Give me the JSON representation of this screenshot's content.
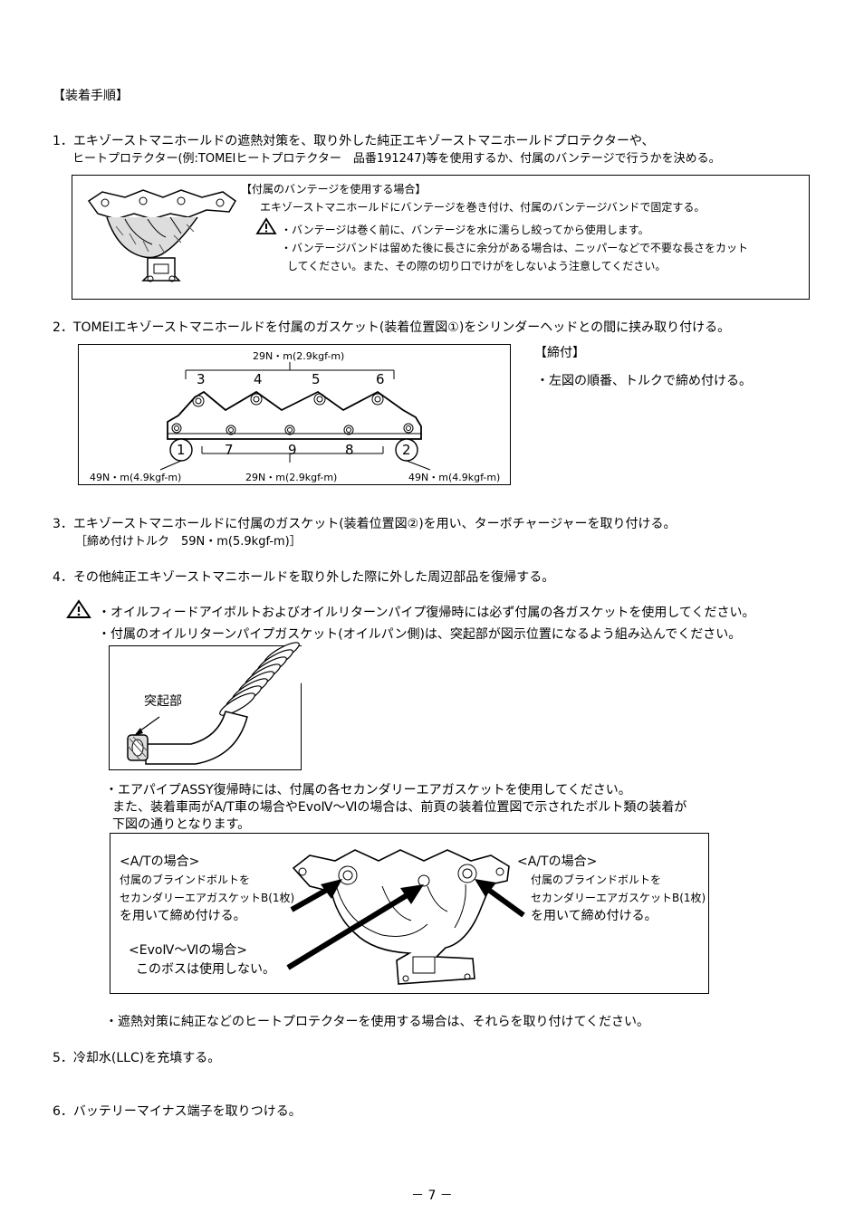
{
  "header": {
    "title": "【装着手順】"
  },
  "step1": {
    "line1": "1．エキゾーストマニホールドの遮熱対策を、取り外した純正エキゾーストマニホールドプロテクターや、",
    "line2": "ヒートプロテクター(例:TOMEIヒートプロテクター　品番191247)等を使用するか、付属のバンテージで行うかを決める。",
    "box": {
      "heading": "【付属のバンテージを使用する場合】",
      "text1": "エキゾーストマニホールドにバンテージを巻き付け、付属のバンテージバンドで固定する。",
      "warn1": "・バンテージは巻く前に、バンテージを水に濡らし絞ってから使用します。",
      "warn2": "・バンテージバンドは留めた後に長さに余分がある場合は、ニッパーなどで不要な長さをカット",
      "warn3": "してください。また、その際の切り口でけがをしないよう注意してください。"
    }
  },
  "step2": {
    "line": "2．TOMEIエキゾーストマニホールドを付属のガスケット(装着位置図①)をシリンダーヘッドとの間に挟み取り付ける。",
    "diagram": {
      "torque_top": "29N・m(2.9kgf-m)",
      "top_numbers": [
        "3",
        "4",
        "5",
        "6"
      ],
      "bottom_numbers": [
        "1",
        "7",
        "9",
        "8",
        "2"
      ],
      "torque_left": "49N・m(4.9kgf-m)",
      "torque_mid": "29N・m(2.9kgf-m)",
      "torque_right": "49N・m(4.9kgf-m)"
    },
    "side_heading": "【締付】",
    "side_text": "・左図の順番、トルクで締め付ける。"
  },
  "step3": {
    "line1": "3．エキゾーストマニホールドに付属のガスケット(装着位置図②)を用い、ターボチャージャーを取り付ける。",
    "line2": "［締め付けトルク　59N・m(5.9kgf-m)］"
  },
  "step4": {
    "line": "4．その他純正エキゾーストマニホールドを取り外した際に外した周辺部品を復帰する。",
    "warn1": "・オイルフィードアイボルトおよびオイルリターンパイプ復帰時には必ず付属の各ガスケットを使用してください。",
    "warn2": "・付属のオイルリターンパイプガスケット(オイルパン側)は、突起部が図示位置になるよう組み込んでください。",
    "pipe_label": "突起部",
    "air1": "・エアパイプASSY復帰時には、付属の各セカンダリーエアガスケットを使用してください。",
    "air2": "また、装着車両がA/T車の場合やEvoⅣ～Ⅵの場合は、前頁の装着位置図で示されたボルト類の装着が",
    "air3": "下図の通りとなります。",
    "left_note": {
      "title": "<A/Tの場合>",
      "l1": "付属のブラインドボルトを",
      "l2": "セカンダリーエアガスケットB(1枚)",
      "l3": "を用いて締め付ける。"
    },
    "evo_note": {
      "l1": "<EvoⅣ～Ⅵの場合>",
      "l2": "このボスは使用しない。"
    },
    "right_note": {
      "title": "<A/Tの場合>",
      "l1": "付属のブラインドボルトを",
      "l2": "セカンダリーエアガスケットB(1枚)",
      "l3": "を用いて締め付ける。"
    },
    "heat": "・遮熱対策に純正などのヒートプロテクターを使用する場合は、それらを取り付けてください。"
  },
  "step5": {
    "line": "5．冷却水(LLC)を充填する。"
  },
  "step6": {
    "line": "6．バッテリーマイナス端子を取りつける。"
  },
  "footer": {
    "page": "－ 7 －"
  }
}
